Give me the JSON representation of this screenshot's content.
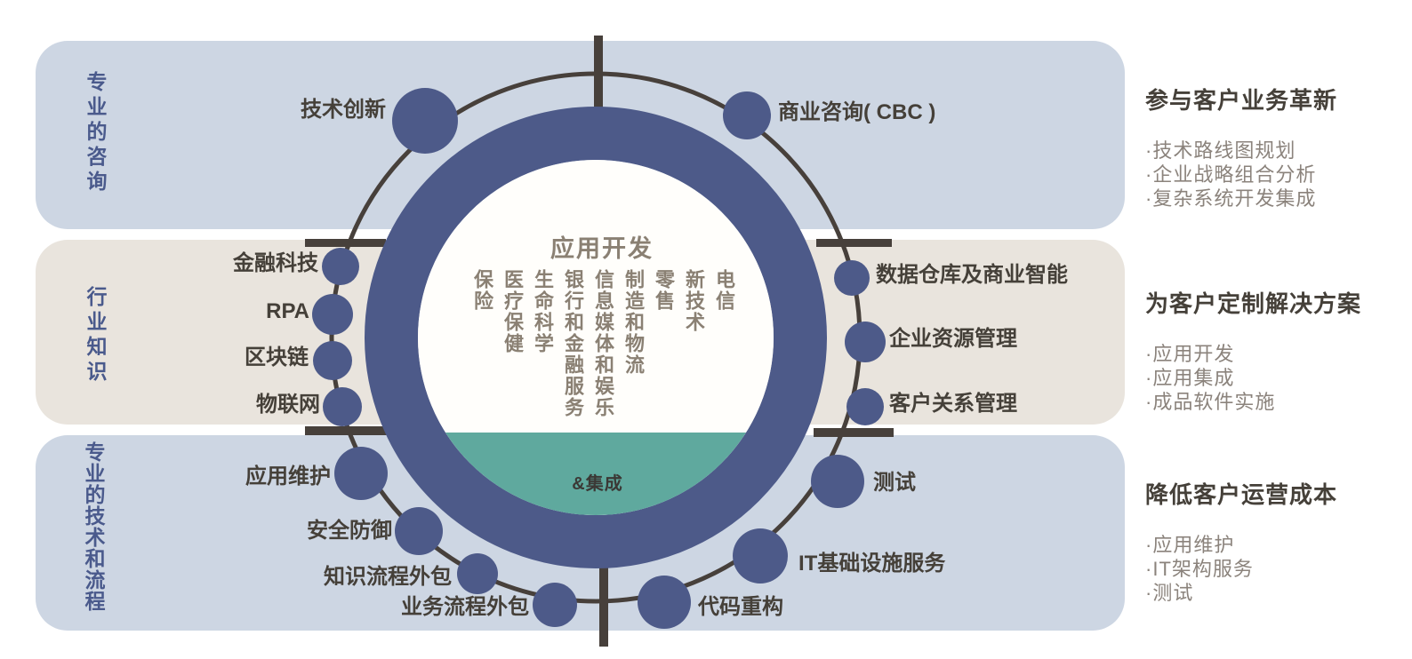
{
  "colors": {
    "band_blue": "#cdd6e3",
    "band_beige": "#e9e4dd",
    "node_blue": "#4d5a89",
    "line_dark": "#47403b",
    "teal": "#5fa99e",
    "inner_text_gray": "#8a8073",
    "bullet_text_gray": "#8b837c",
    "band_label_blue": "#4a5a8c"
  },
  "bands": [
    {
      "label": "专业的咨询"
    },
    {
      "label": "行业知识"
    },
    {
      "label": "专业的技术和流程"
    }
  ],
  "center": {
    "title": "应用开发",
    "industries": [
      "电信",
      "新技术",
      "零售",
      "制造和物流",
      "信息媒体和娱乐",
      "银行和金融服务",
      "生命科学",
      "医疗保健",
      "保险"
    ],
    "integration_label": "&集成"
  },
  "nodes": [
    {
      "label": "技术创新"
    },
    {
      "label": "商业咨询( CBC )"
    },
    {
      "label": "金融科技"
    },
    {
      "label": "RPA"
    },
    {
      "label": "区块链"
    },
    {
      "label": "物联网"
    },
    {
      "label": "数据仓库及商业智能"
    },
    {
      "label": "企业资源管理"
    },
    {
      "label": "客户关系管理"
    },
    {
      "label": "应用维护"
    },
    {
      "label": "安全防御"
    },
    {
      "label": "知识流程外包"
    },
    {
      "label": "业务流程外包"
    },
    {
      "label": "代码重构"
    },
    {
      "label": "IT基础设施服务"
    },
    {
      "label": "测试"
    }
  ],
  "right_panels": [
    {
      "title": "参与客户业务革新",
      "bullets": [
        "·技术路线图规划",
        "·企业战略组合分析",
        "·复杂系统开发集成"
      ]
    },
    {
      "title": "为客户定制解决方案",
      "bullets": [
        "·应用开发",
        "·应用集成",
        "·成品软件实施"
      ]
    },
    {
      "title": "降低客户运营成本",
      "bullets": [
        "·应用维护",
        "·IT架构服务",
        "·测试"
      ]
    }
  ]
}
